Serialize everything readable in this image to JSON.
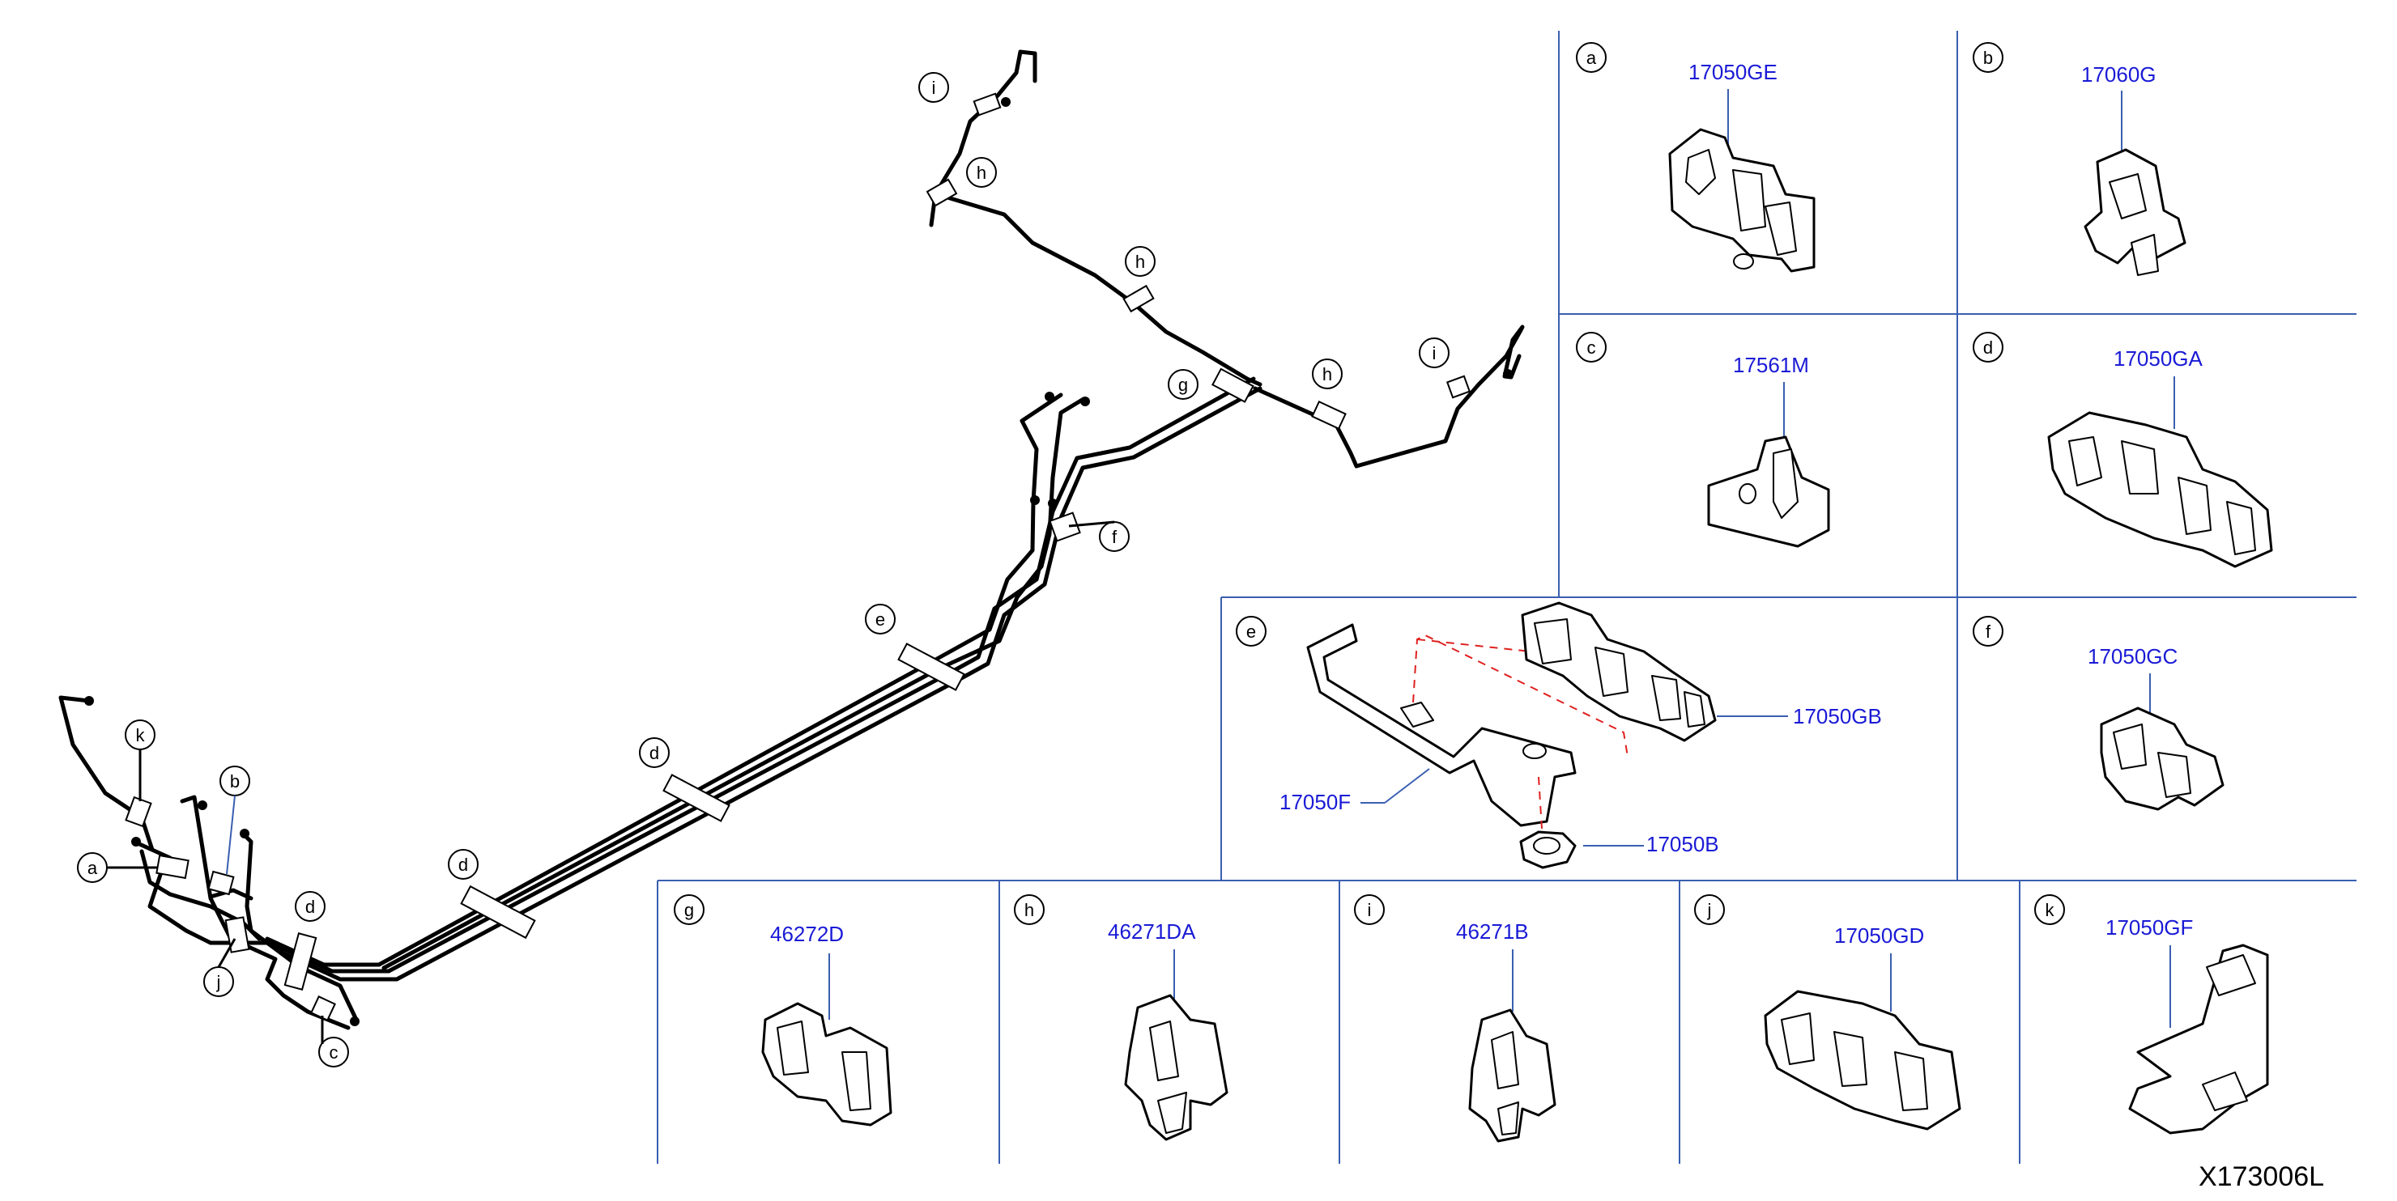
{
  "diagram_ref": "X173006L",
  "panels": {
    "a": {
      "letter": "a",
      "part": "17050GE"
    },
    "b": {
      "letter": "b",
      "part": "17060G"
    },
    "c": {
      "letter": "c",
      "part": "17561M"
    },
    "d": {
      "letter": "d",
      "part": "17050GA"
    },
    "e": {
      "letter": "e",
      "parts": [
        "17050GB",
        "17050F",
        "17050B"
      ]
    },
    "f": {
      "letter": "f",
      "part": "17050GC"
    },
    "g": {
      "letter": "g",
      "part": "46272D"
    },
    "h": {
      "letter": "h",
      "part": "46271DA"
    },
    "i": {
      "letter": "i",
      "part": "46271B"
    },
    "j": {
      "letter": "j",
      "part": "17050GD"
    },
    "k": {
      "letter": "k",
      "part": "17050GF"
    }
  },
  "callouts": [
    "i",
    "h",
    "h",
    "g",
    "h",
    "i",
    "f",
    "e",
    "d",
    "d",
    "d",
    "k",
    "b",
    "a",
    "j",
    "c"
  ],
  "colors": {
    "part_number": "#1a1ad6",
    "grid": "#3a5fb0",
    "dash": "#e02020"
  }
}
